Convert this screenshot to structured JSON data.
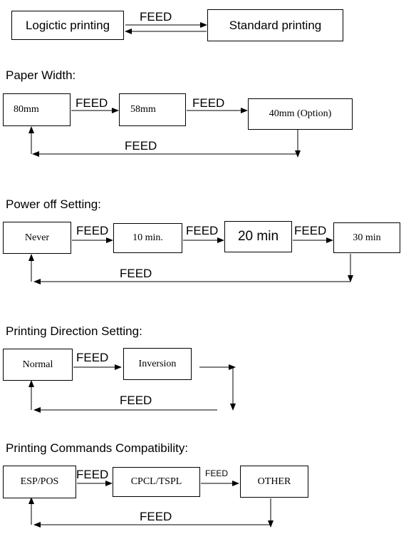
{
  "mode": {
    "left": "Logictic printing",
    "right": "Standard printing",
    "feed": "FEED"
  },
  "paper_width": {
    "heading": "Paper Width:",
    "options": [
      "80mm",
      "58mm",
      "40mm (Option)"
    ],
    "feed": "FEED"
  },
  "power_off": {
    "heading": "Power off Setting:",
    "options": [
      "Never",
      "10 min.",
      "20 min",
      "30 min"
    ],
    "feed": "FEED"
  },
  "direction": {
    "heading": "Printing Direction Setting:",
    "options": [
      "Normal",
      "Inversion"
    ],
    "feed": "FEED"
  },
  "commands": {
    "heading": "Printing Commands Compatibility:",
    "options": [
      "ESP/POS",
      "CPCL/TSPL",
      "OTHER"
    ],
    "feed": "FEED"
  },
  "colors": {
    "line": "#000000",
    "background": "#ffffff"
  }
}
